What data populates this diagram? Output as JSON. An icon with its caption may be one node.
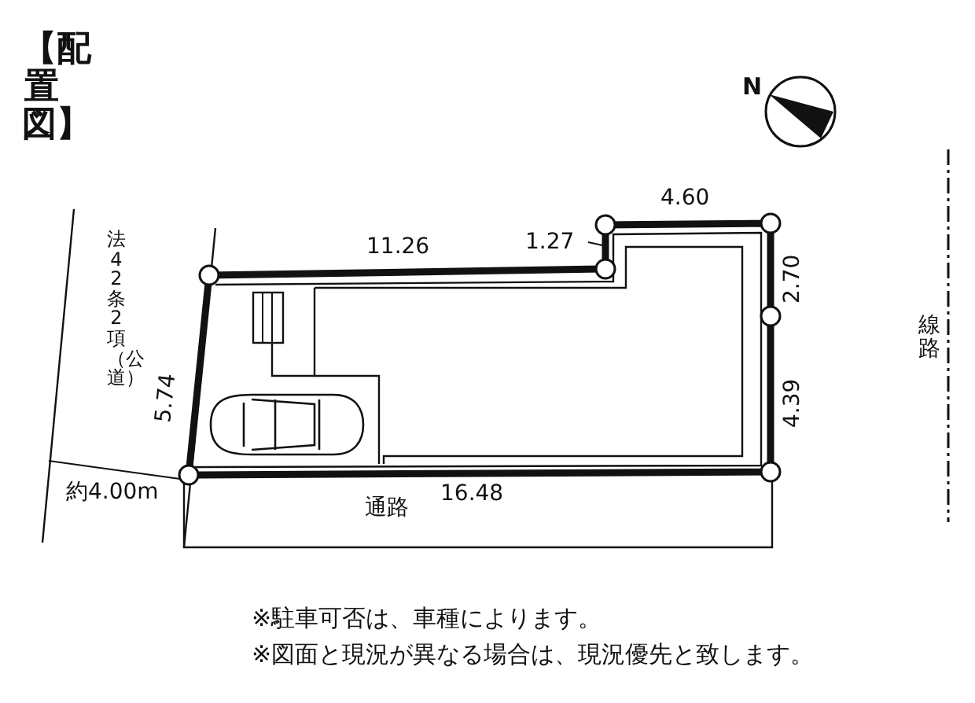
{
  "diagram": {
    "title": "【配置図】",
    "labels": [
      "N",
      "4.60",
      "11.26",
      "1.27",
      "2.70",
      "法42条2項（公道）",
      "5.74",
      "線路",
      "4.39",
      "約4.00m",
      "通路",
      "16.48",
      "※駐車可否は、車種によります。",
      "※図面と現況が異なる場合は、現況優先と致します。"
    ]
  }
}
